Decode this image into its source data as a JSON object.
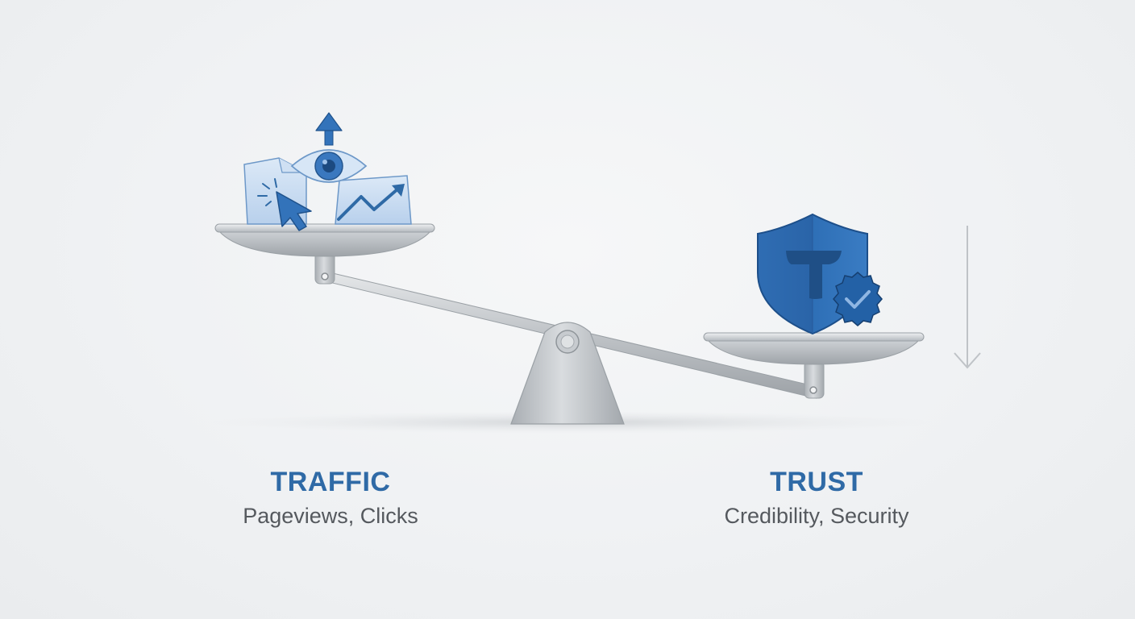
{
  "left_side": {
    "title": "TRAFFIC",
    "subtitle": "Pageviews, Clicks",
    "icons": [
      "cursor-click-icon",
      "eye-icon",
      "up-arrow-icon",
      "trend-chart-icon"
    ]
  },
  "right_side": {
    "title": "TRUST",
    "subtitle": "Credibility, Security",
    "icons": [
      "shield-icon",
      "verified-badge-icon"
    ]
  },
  "colors": {
    "accent_blue": "#2f6aa6",
    "light_blue": "#c9dcf2",
    "metal": "#b9bdc2",
    "subtitle_gray": "#55595e"
  }
}
